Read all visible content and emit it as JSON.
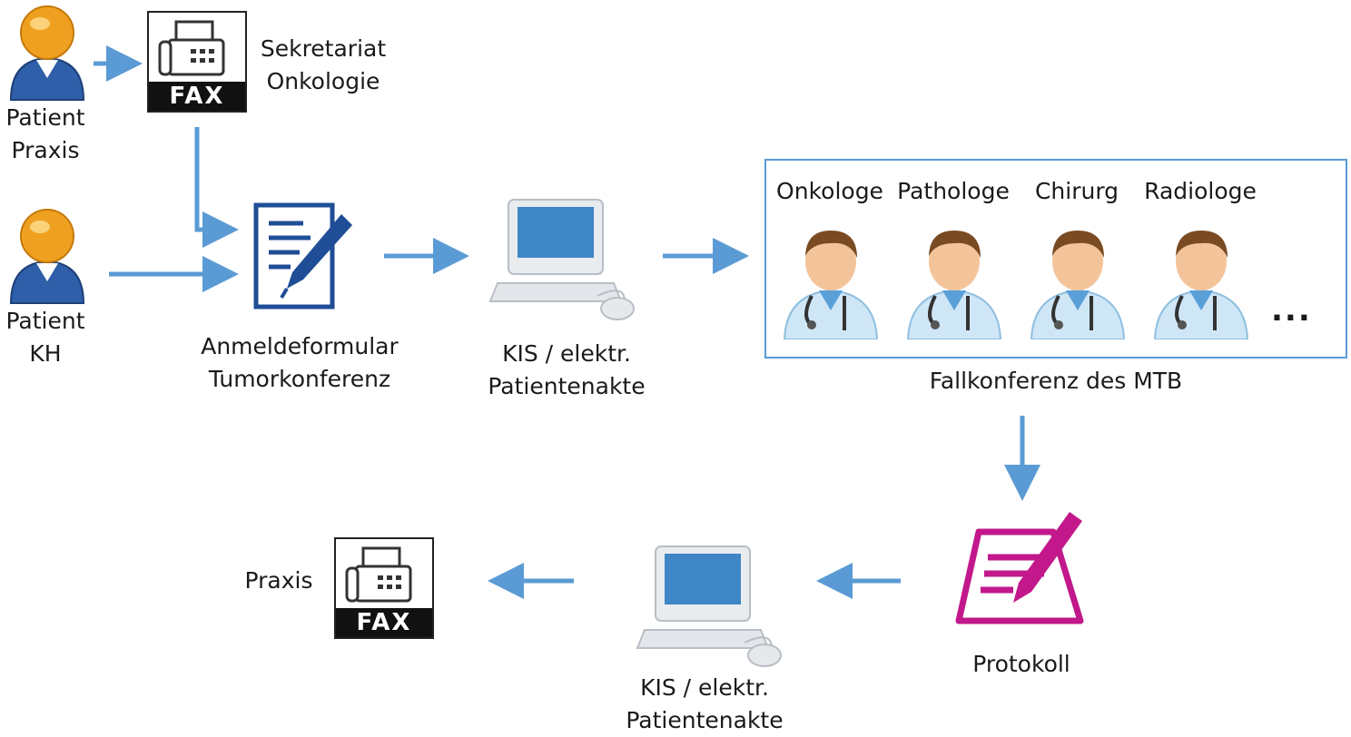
{
  "patient_praxis": [
    "Patient",
    "Praxis"
  ],
  "patient_kh": [
    "Patient",
    "KH"
  ],
  "fax_label": "FAX",
  "sekretariat": [
    "Sekretariat",
    "Onkologie"
  ],
  "anmeldeformular": [
    "Anmeldeformular",
    "Tumorkonferenz"
  ],
  "kis_top": [
    "KIS / elektr.",
    "Patientenakte"
  ],
  "kis_bottom": [
    "KIS / elektr.",
    "Patientenakte"
  ],
  "roles": [
    "Onkologe",
    "Pathologe",
    "Chirurg",
    "Radiologe"
  ],
  "ellipsis": "...",
  "fallkonferenz": "Fallkonferenz des MTB",
  "protokoll": "Protokoll",
  "praxis": "Praxis",
  "colors": {
    "arrow": "#5b9bd5",
    "box": "#5b9bd5",
    "form": "#1f4e96",
    "protocol": "#c2188b",
    "person": "#f0a020",
    "person_body": "#2f5fa8"
  }
}
